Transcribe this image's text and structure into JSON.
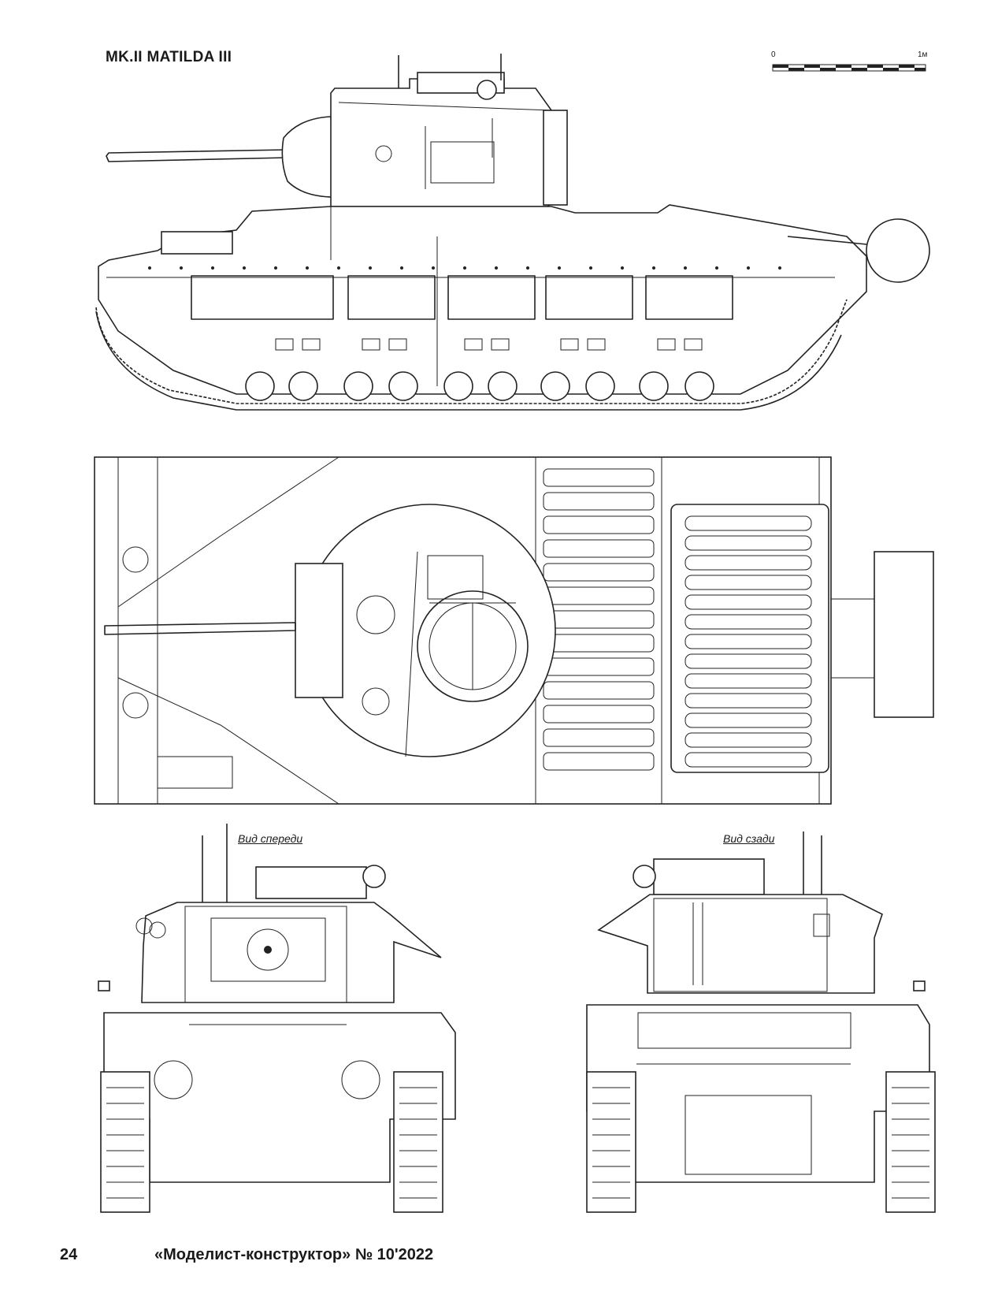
{
  "page": {
    "title": "MK.II MATILDA III",
    "scale_bar": {
      "start_label": "0",
      "end_label": "1м"
    },
    "views": {
      "front_caption": "Вид спереди",
      "rear_caption": "Вид сзади"
    },
    "footer": {
      "page_number": "24",
      "magazine": "«Моделист-конструктор» № 10'2022"
    }
  }
}
